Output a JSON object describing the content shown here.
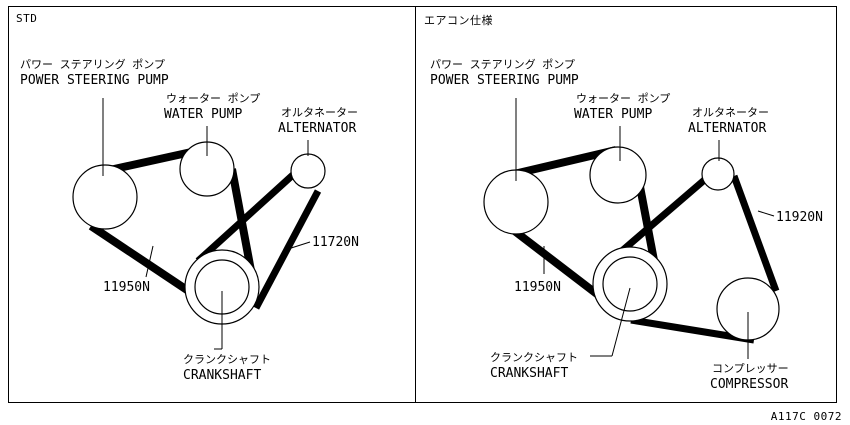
{
  "reference_code": "A117C 0072",
  "panels": [
    {
      "title": "STD",
      "labels": {
        "ps_pump_jp": "パワー ステアリング ポンプ",
        "ps_pump_en": "POWER STEERING PUMP",
        "water_pump_jp": "ウォーター ポンプ",
        "water_pump_en": "WATER PUMP",
        "alternator_jp": "オルタネーター",
        "alternator_en": "ALTERNATOR",
        "belt_a": "11720N",
        "belt_b": "11950N",
        "crankshaft_jp": "クランクシャフト",
        "crankshaft_en": "CRANKSHAFT"
      }
    },
    {
      "title": "エアコン仕様",
      "labels": {
        "ps_pump_jp": "パワー ステアリング ポンプ",
        "ps_pump_en": "POWER STEERING PUMP",
        "water_pump_jp": "ウォーター ポンプ",
        "water_pump_en": "WATER PUMP",
        "alternator_jp": "オルタネーター",
        "alternator_en": "ALTERNATOR",
        "belt_a": "11920N",
        "belt_b": "11950N",
        "crankshaft_jp": "クランクシャフト",
        "crankshaft_en": "CRANKSHAFT",
        "compressor_jp": "コンプレッサー",
        "compressor_en": "COMPRESSOR"
      }
    }
  ]
}
